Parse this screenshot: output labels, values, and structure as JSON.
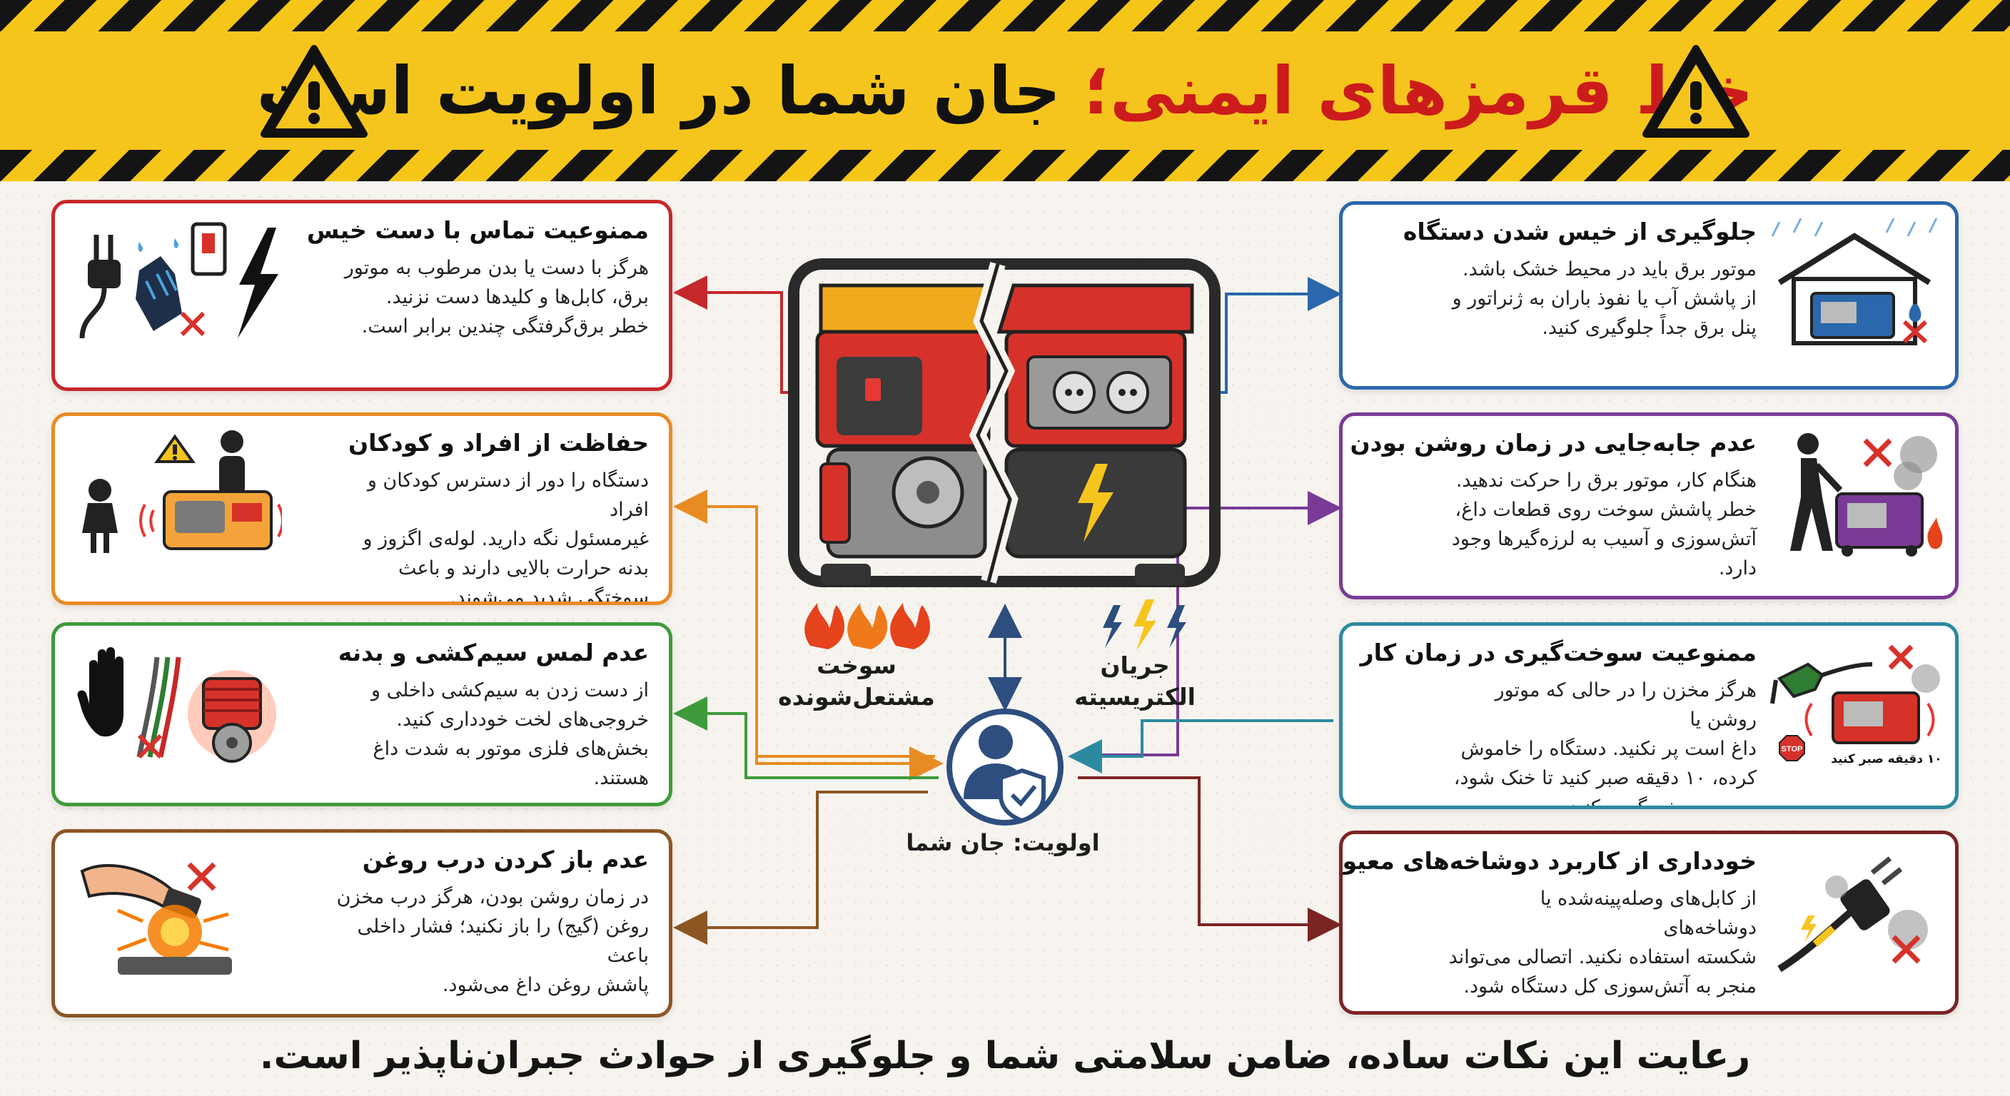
{
  "header": {
    "title_red": "خط قرمزهای ایمنی؛",
    "title_black": "جان شما در اولویت است"
  },
  "cards": {
    "wet_hands": {
      "title": "ممنوعیت تماس با دست خیس",
      "lines": [
        "هرگز با دست یا بدن مرطوب به موتور",
        "برق، کابل‌ها و کلیدها دست نزنید.",
        "خطر برق‌گرفتگی چندین برابر است."
      ]
    },
    "children": {
      "title": "حفاظت از افراد و کودکان",
      "lines": [
        "دستگاه را دور از دسترس کودکان و افراد",
        "غیرمسئول نگه دارید. لوله‌ی اگزوز و",
        "بدنه حرارت بالایی دارند و باعث",
        "سوختگی شدید می‌شوند."
      ]
    },
    "wiring": {
      "title": "عدم لمس سیم‌کشی و بدنه",
      "lines": [
        "از دست زدن به سیم‌کشی داخلی و",
        "خروجی‌های لخت خودداری کنید.",
        "بخش‌های فلزی موتور به شدت داغ هستند."
      ]
    },
    "oil_cap": {
      "title": "عدم باز کردن درب روغن",
      "lines": [
        "در زمان روشن بودن، هرگز درب مخزن",
        "روغن (گیج) را باز نکنید؛ فشار داخلی باعث",
        "پاشش روغن داغ می‌شود."
      ]
    },
    "dry": {
      "title": "جلوگیری از خیس شدن دستگاه",
      "lines": [
        "موتور برق باید در محیط خشک باشد.",
        "از پاشش آب یا نفوذ باران به ژنراتور و",
        "پنل برق جداً جلوگیری کنید."
      ]
    },
    "moving": {
      "title": "عدم جابه‌جایی در زمان روشن بودن",
      "lines": [
        "هنگام کار، موتور برق را حرکت ندهید.",
        "خطر پاشش سوخت روی قطعات داغ،",
        "آتش‌سوزی و آسیب به لرزه‌گیرها وجود دارد."
      ]
    },
    "refuel": {
      "title": "ممنوعیت سوخت‌گیری در زمان کار",
      "lines": [
        "هرگز مخزن را در حالی که موتور روشن یا",
        "داغ است پر نکنید. دستگاه را خاموش",
        "کرده، ۱۰ دقیقه صبر کنید تا خنک شود،",
        "سپس سوخت‌گیری کنید."
      ],
      "stop_label": "STOP",
      "wait_label": "۱۰ دقیقه صبر کنید"
    },
    "plugs": {
      "title": "خودداری از کاربرد دوشاخه‌های معیوب",
      "lines": [
        "از کابل‌های وصله‌پینه‌شده یا دوشاخه‌های",
        "شکسته استفاده نکنید. اتصالی می‌تواند",
        "منجر به آتش‌سوزی کل دستگاه شود."
      ]
    }
  },
  "center": {
    "fuel_line1": "سوخت",
    "fuel_line2": "مشتعل‌شونده",
    "elec_line1": "جریان",
    "elec_line2": "الکتریسیته",
    "priority": "اولویت: جان شما"
  },
  "footer": {
    "text": "رعایت این نکات ساده، ضامن سلامتی شما و جلوگیری از حوادث جبران‌ناپذیر است."
  },
  "colors": {
    "header_yellow": "#f6c51d",
    "danger_red": "#cc1b1b",
    "card_red": "#c6282c",
    "card_orange": "#e98b23",
    "card_green": "#3f9a3b",
    "card_brown": "#8c5623",
    "card_blue": "#2a67ac",
    "card_purple": "#7a3b96",
    "card_teal": "#2c8aa0",
    "card_maroon": "#7b2424",
    "person_blue": "#2d4e7e"
  }
}
